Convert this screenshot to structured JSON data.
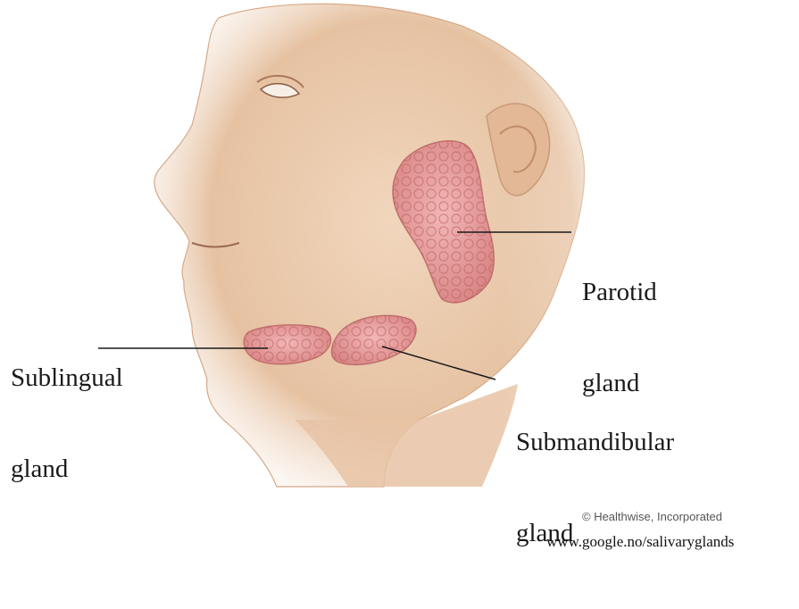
{
  "labels": {
    "parotid": {
      "line1": "Parotid",
      "line2": "gland"
    },
    "sublingual": {
      "line1": "Sublingual",
      "line2": "gland"
    },
    "submandibular": {
      "line1": "Submandibular",
      "line2": "gland"
    }
  },
  "credits": {
    "copyright": "© Healthwise, Incorporated",
    "source": "www.google.no/salivaryglands"
  },
  "colors": {
    "background": "#ffffff",
    "skin": "#e8c8a9",
    "skin_shadow": "#c99b78",
    "gland": "#e8a0a2",
    "gland_dark": "#c9706f",
    "leader_line": "#1a1a1a"
  }
}
